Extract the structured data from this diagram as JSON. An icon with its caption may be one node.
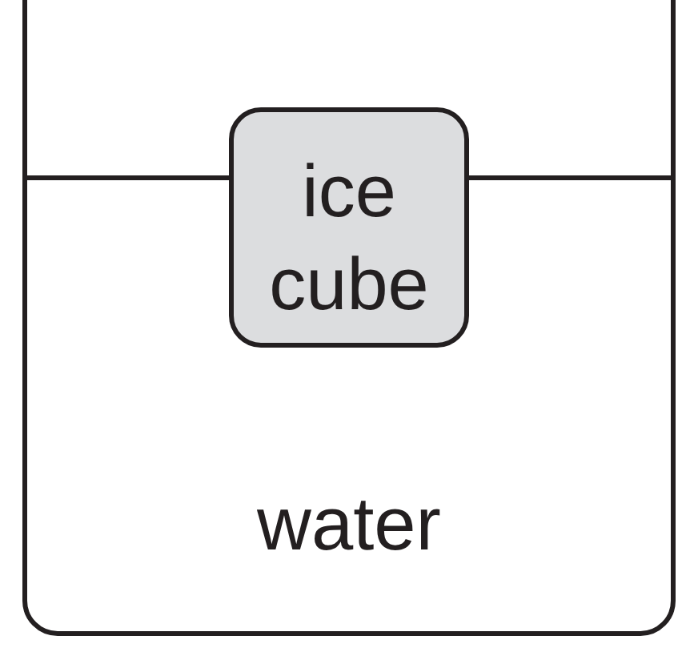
{
  "diagram": {
    "nodes": [
      {
        "text": [
          "water"
        ]
      },
      {
        "text": [
          "ice cube"
        ],
        "in": 0
      }
    ]
  }
}
